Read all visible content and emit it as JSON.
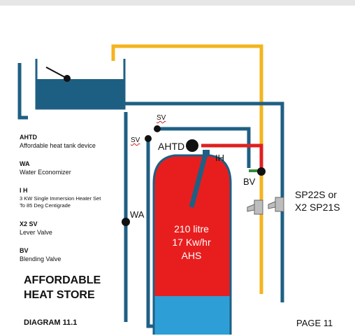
{
  "legend": [
    {
      "abbr": "AHTD",
      "desc": "Affordable heat tank device"
    },
    {
      "abbr": "WA",
      "desc": "Water Economizer"
    },
    {
      "abbr": "I H",
      "desc_lines": [
        "3 KW Single Immersion Heater Set",
        "To 85 Deg Centigrade"
      ]
    },
    {
      "abbr": "X2 SV",
      "desc": "Lever Valve"
    },
    {
      "abbr": "BV",
      "desc": "Blending Valve"
    }
  ],
  "title_lines": [
    "AFFORDABLE",
    "HEAT STORE"
  ],
  "diagram_label": "DIAGRAM 11.1",
  "page_label": "PAGE 11",
  "tank": {
    "lines": [
      "210 litre",
      "17 Kw/hr",
      "AHS"
    ]
  },
  "labels": {
    "sv_upper": "SV",
    "sv_lower": "SV",
    "ahtd": "AHTD",
    "ih": "IH",
    "bv": "BV",
    "wa": "WA",
    "valve_models": [
      "SP22S or",
      "X2 SP21S"
    ]
  },
  "colors": {
    "pipe_blue": "#1f5f84",
    "hot_red": "#e02020",
    "yellow": "#f4b41e",
    "green": "#3a8a3a",
    "tank_red": "#e81e1e",
    "tank_base": "#2e9fd6",
    "header_tank": "#1d5f82"
  }
}
